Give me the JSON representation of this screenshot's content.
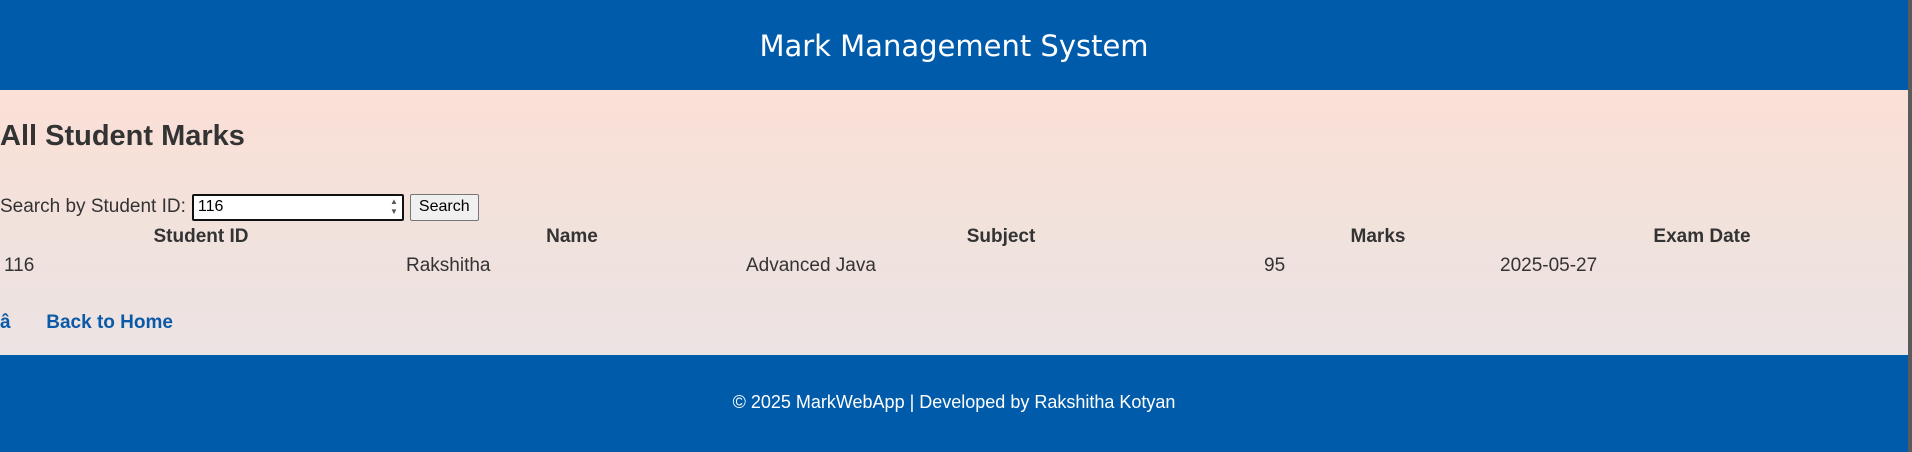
{
  "header": {
    "title": "Mark Management System"
  },
  "main": {
    "heading": "All Student Marks",
    "search": {
      "label": "Search by Student ID:",
      "value": "116",
      "button_label": "Search"
    },
    "table": {
      "columns": [
        "Student ID",
        "Name",
        "Subject",
        "Marks",
        "Exam Date"
      ],
      "rows": [
        [
          "116",
          "Rakshitha",
          "Advanced Java",
          "95",
          "2025-05-27"
        ]
      ]
    },
    "back_link": "â Back to Home"
  },
  "footer": {
    "text": "© 2025 MarkWebApp | Developed by Rakshitha Kotyan"
  },
  "colors": {
    "primary": "#005bab",
    "link": "#0b5aa8",
    "background_top": "#fbe0d6",
    "background_bottom": "#ece3e4"
  }
}
